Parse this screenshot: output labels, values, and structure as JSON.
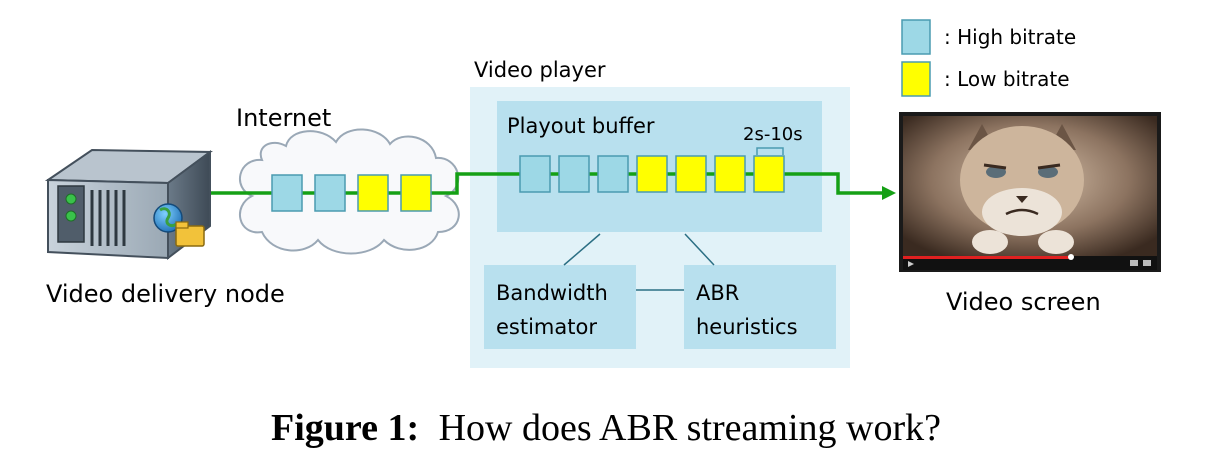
{
  "legend": {
    "high_label": ": High bitrate",
    "low_label": ": Low bitrate",
    "high_color": "#9dd8e6",
    "low_color": "#ffff00"
  },
  "colors": {
    "player_bg": "#e1f2f8",
    "box_bg": "#b8e0ee",
    "link": "#15a015",
    "block_border": "#4a9bb0"
  },
  "labels": {
    "internet": "Internet",
    "delivery_node": "Video delivery node",
    "video_player": "Video player",
    "playout_buffer": "Playout buffer",
    "buffer_range": "2s-10s",
    "bandwidth_estimator_line1": "Bandwidth",
    "bandwidth_estimator_line2": "estimator",
    "abr_heuristics_line1": "ABR",
    "abr_heuristics_line2": "heuristics",
    "video_screen": "Video screen"
  },
  "internet_chunks": [
    "high",
    "high",
    "low",
    "low"
  ],
  "buffer_chunks": [
    "high",
    "high",
    "high",
    "low",
    "low",
    "low",
    "low"
  ],
  "caption": {
    "prefix": "Figure 1:",
    "text": "How does ABR streaming work?"
  }
}
